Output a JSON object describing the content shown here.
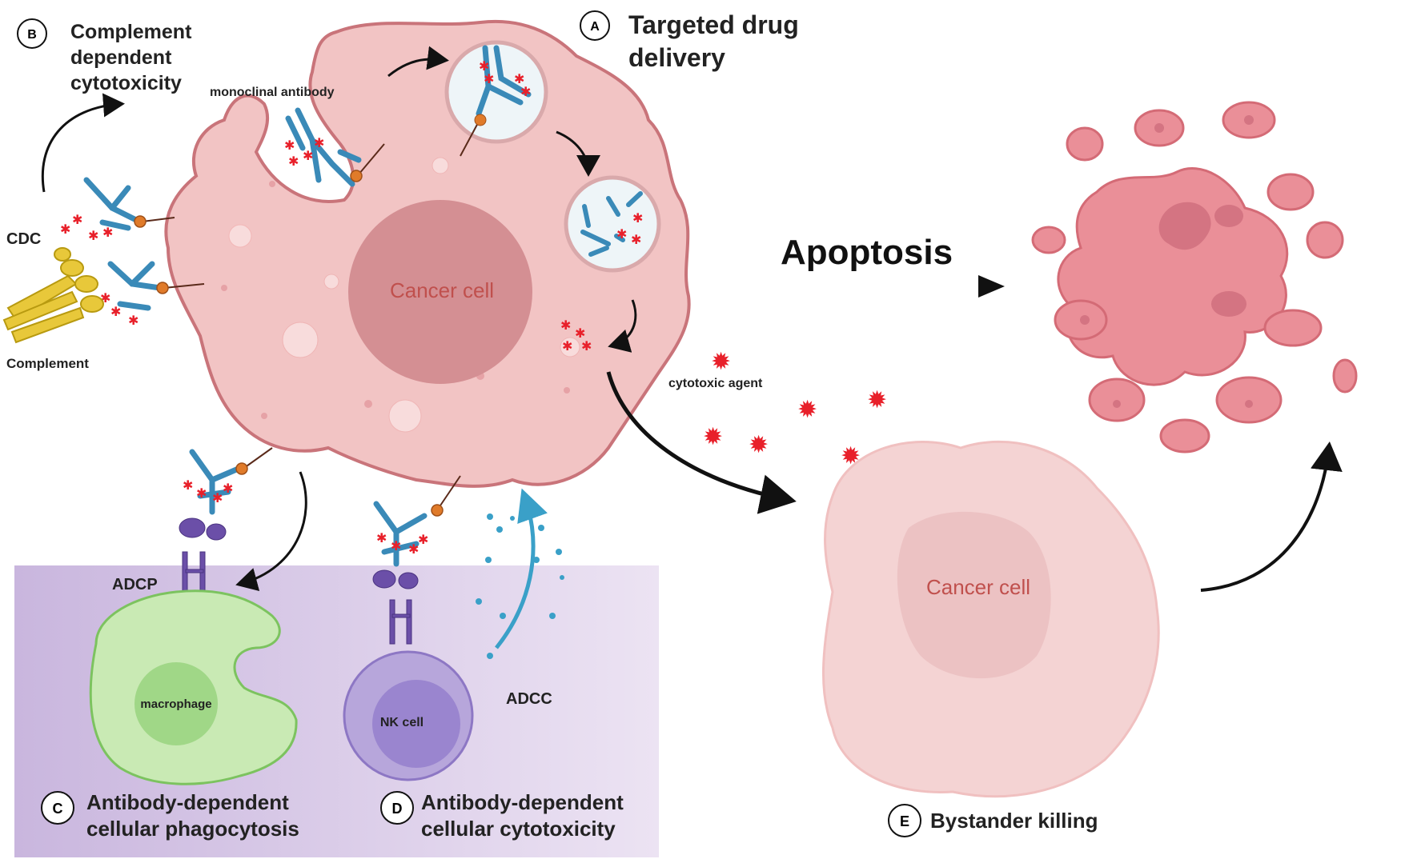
{
  "labels": {
    "A": "A",
    "B": "B",
    "C": "C",
    "D": "D",
    "E": "E"
  },
  "titles": {
    "targeted_line1": "Targeted drug",
    "targeted_line2": "delivery",
    "cdc_line1": "Complement",
    "cdc_line2": "dependent",
    "cdc_line3": "cytotoxicity",
    "adcp_line1": "Antibody-dependent",
    "adcp_line2": "cellular phagocytosis",
    "adcc_line1": "Antibody-dependent",
    "adcc_line2": "cellular cytotoxicity",
    "bystander": "Bystander killing",
    "apoptosis": "Apoptosis"
  },
  "annotations": {
    "monoclonal": "monoclinal antibody",
    "cdc": "CDC",
    "complement": "Complement",
    "adcp": "ADCP",
    "adcc": "ADCC",
    "cytotoxic_agent": "cytotoxic agent"
  },
  "cells": {
    "cancer_main": "Cancer cell",
    "cancer_bystander": "Cancer cell",
    "macrophage": "macrophage",
    "nk": "NK cell"
  },
  "colors": {
    "cancer_fill": "#f2c4c4",
    "cancer_stroke": "#c9747a",
    "nucleus": "#d48f93",
    "nucleus_text": "#c0504d",
    "antibody": "#3a8ab8",
    "drug": "#e8202a",
    "linker": "#e07b2a",
    "macrophage": "#c9eab4",
    "macrophage_stroke": "#7cc35f",
    "nk": "#b7a6db",
    "panel": "#dccfe8",
    "apoptotic": "#ea8f98",
    "complement": "#e8c83a"
  }
}
